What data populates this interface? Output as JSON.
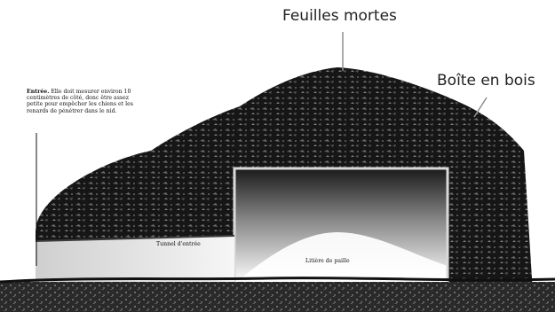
{
  "labels": {
    "dead_leaves": "Feuilles mortes",
    "wooden_box": "Boîte en bois"
  },
  "annotations": {
    "entrance_title": "Entrée.",
    "entrance_text": "Elle doit mesurer environ 10 centimètres de côté, donc être assez petite pour empêcher les chiens et les renards de pénétrer dans le nid.",
    "tunnel": "Tunnel d'entrée",
    "bedding": "Litière de paille"
  },
  "colors": {
    "leaf_dark": "#161616",
    "leaf_mid": "#3a3a3a",
    "ground": "#2a2a2a",
    "box_frame": "#d9d9d9",
    "text": "#222222"
  },
  "icons": []
}
